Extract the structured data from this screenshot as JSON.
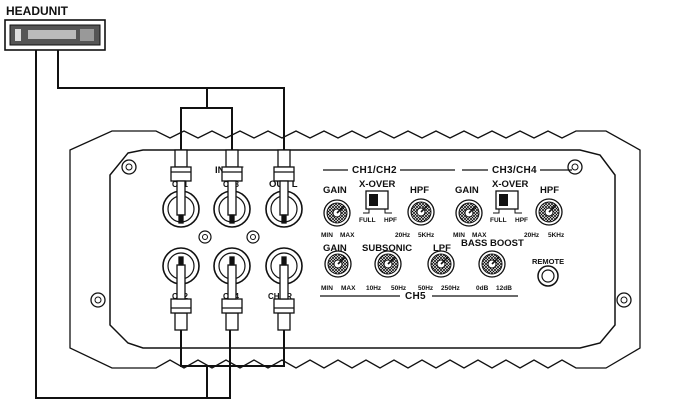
{
  "headunit": {
    "label": "HEADUNIT"
  },
  "input_section": {
    "label": "INPUT",
    "out_label": "OUT L",
    "jack_labels_top": [
      "CH1",
      "CH3"
    ],
    "jack_labels_bottom": [
      "CH2",
      "CH4",
      "CH5 R"
    ]
  },
  "ch12": {
    "title": "CH1/CH2",
    "gain": "GAIN",
    "gain_min": "MIN",
    "gain_max": "MAX",
    "xover": "X-OVER",
    "full": "FULL",
    "hpf_sw": "HPF",
    "hpf": "HPF",
    "hpf_lo": "20Hz",
    "hpf_hi": "5KHz"
  },
  "ch34": {
    "title": "CH3/CH4",
    "gain": "GAIN",
    "gain_min": "MIN",
    "gain_max": "MAX",
    "xover": "X-OVER",
    "full": "FULL",
    "hpf_sw": "HPF",
    "hpf": "HPF",
    "hpf_lo": "20Hz",
    "hpf_hi": "5KHz"
  },
  "ch5": {
    "title": "CH5",
    "gain": "GAIN",
    "gain_min": "MIN",
    "gain_max": "MAX",
    "subsonic": "SUBSONIC",
    "sub_lo": "10Hz",
    "sub_hi": "50Hz",
    "lpf": "LPF",
    "lpf_lo": "50Hz",
    "lpf_hi": "250Hz",
    "bass_boost": "BASS BOOST",
    "bb_lo": "0dB",
    "bb_hi": "12dB"
  },
  "remote": {
    "label": "REMOTE"
  }
}
